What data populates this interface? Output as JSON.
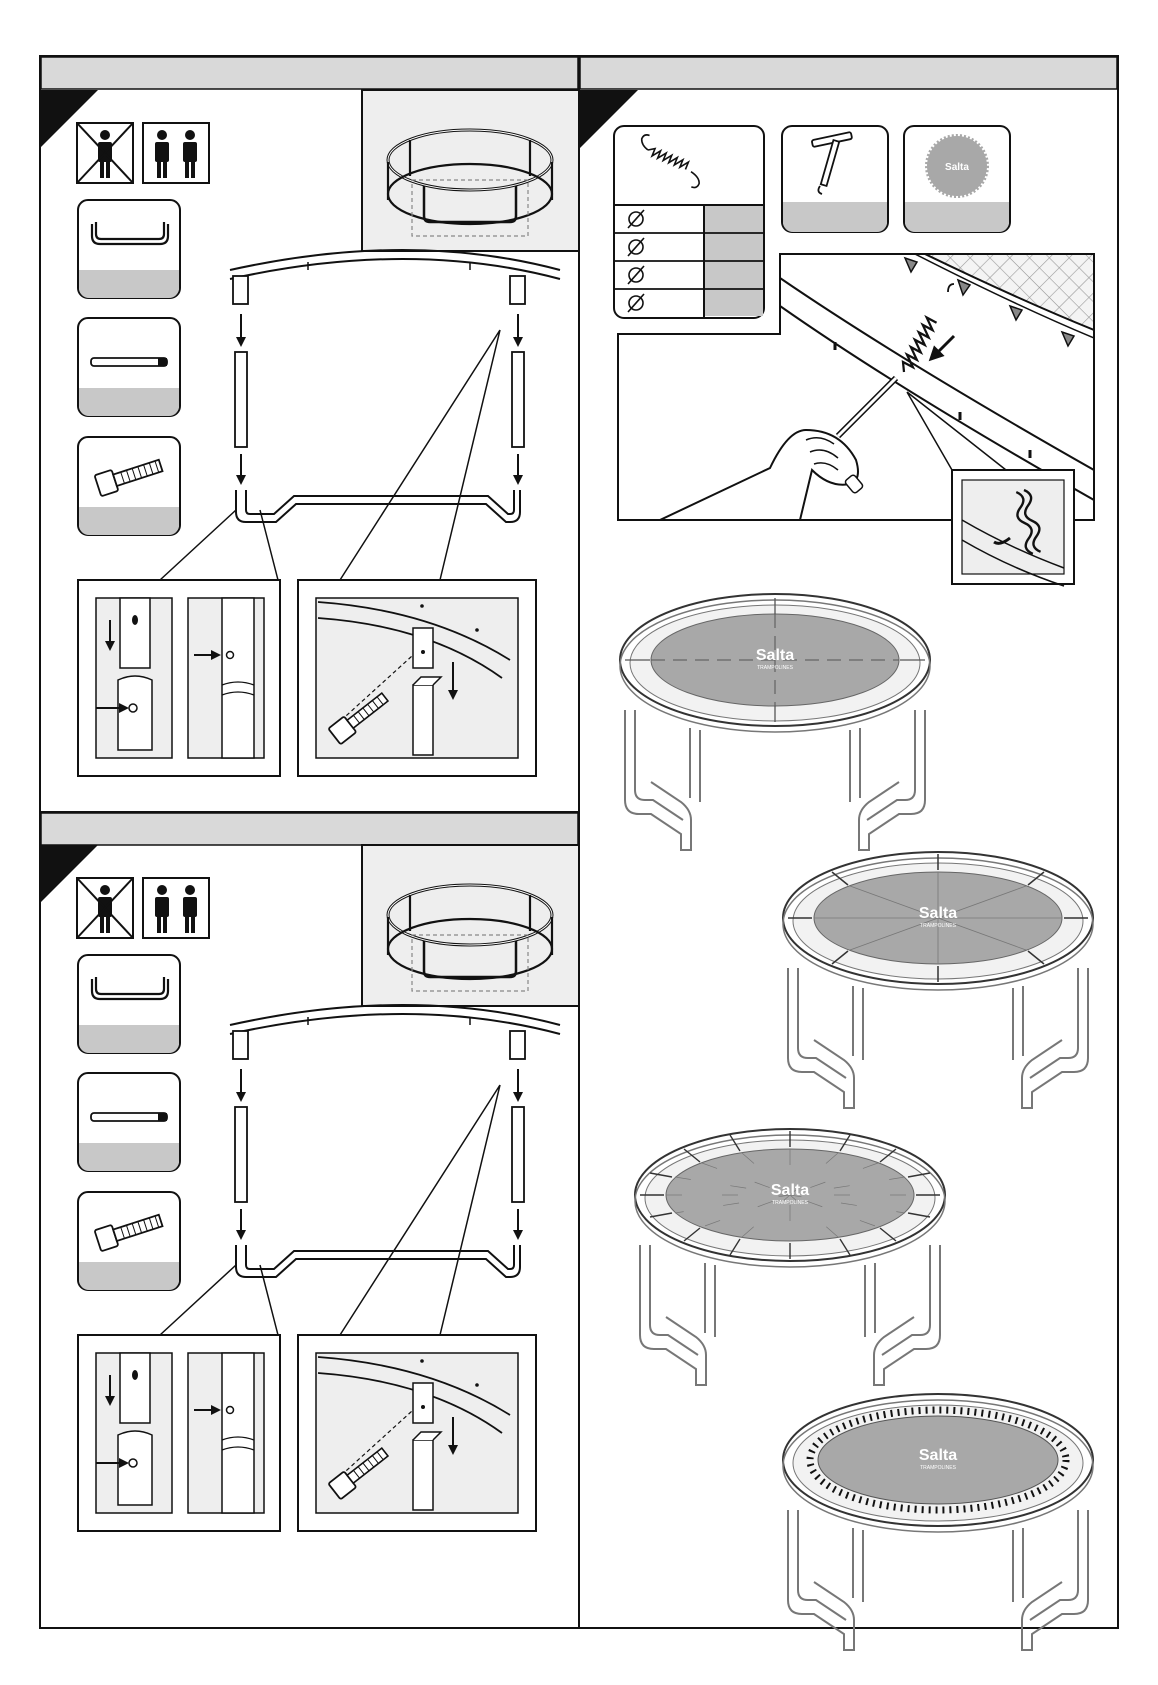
{
  "page": {
    "colors": {
      "header_bar": "#d9d9d9",
      "panel_gray": "#eeeeee",
      "tile_footer": "#c8c8c8",
      "mat_gray": "#a8a8a8",
      "line": "#1a1a1a"
    }
  },
  "steps": [
    {
      "id": "step-a",
      "people_icons": [
        "no-single-person-icon",
        "two-people-icon"
      ],
      "parts": [
        {
          "icon": "u-leg-part-icon"
        },
        {
          "icon": "leg-tube-part-icon"
        },
        {
          "icon": "bolt-part-icon"
        }
      ]
    },
    {
      "id": "step-b",
      "people_icons": [
        "no-single-person-icon",
        "two-people-icon"
      ],
      "parts": [
        {
          "icon": "u-leg-part-icon"
        },
        {
          "icon": "leg-tube-part-icon"
        },
        {
          "icon": "bolt-part-icon"
        }
      ]
    },
    {
      "id": "step-c",
      "tools": [
        {
          "icon": "spring-icon"
        },
        {
          "icon": "spring-puller-tool-icon"
        },
        {
          "icon": "salta-mat-badge-icon",
          "text": "Salta"
        }
      ],
      "spring_rows": 4,
      "mat_logo": {
        "brand": "Salta",
        "sub": "TRAMPOLINES"
      },
      "stages": [
        {
          "pattern": "cross"
        },
        {
          "pattern": "eight-way"
        },
        {
          "pattern": "sixteen-way"
        },
        {
          "pattern": "complete"
        }
      ]
    }
  ]
}
